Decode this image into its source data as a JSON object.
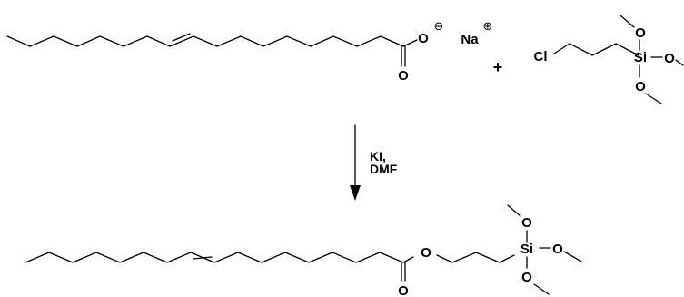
{
  "reactant1": {
    "oxygen_label": "O",
    "carbonyl_oxygen_label": "O",
    "anion_charge": "⊖",
    "counterion_label": "Na",
    "cation_charge": "⊕"
  },
  "plus_sign": "+",
  "reactant2": {
    "chlorine_label": "Cl",
    "silicon_label": "Si",
    "methoxy_top_label": "O",
    "methoxy_right_label": "O",
    "methoxy_bottom_label": "O"
  },
  "conditions": {
    "line1": "KI,",
    "line2": "DMF"
  },
  "product": {
    "ester_oxygen_label": "O",
    "carbonyl_oxygen_label": "O",
    "silicon_label": "Si",
    "methoxy_top_label": "O",
    "methoxy_right_label": "O",
    "methoxy_bottom_label": "O"
  }
}
